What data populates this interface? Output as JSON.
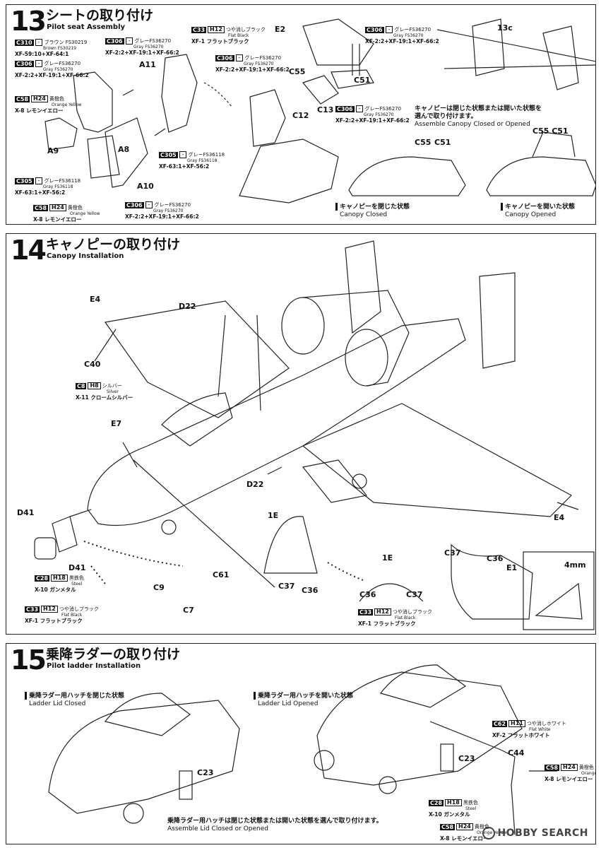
{
  "step13": {
    "num": "13",
    "title_jp": "シートの取り付け",
    "title_en": "Pilot seat Assembly",
    "parts": {
      "a9": "A9",
      "a8": "A8",
      "a10": "A10",
      "a11": "A11",
      "e2": "E2",
      "c55": "C55",
      "c51": "C51",
      "c12": "C12",
      "c13": "C13",
      "ref13c": "13c"
    },
    "callouts": {
      "c310": {
        "code": "C310",
        "color_jp": "ブラウン FS30219",
        "color_en": "Brown FS30219",
        "mix": "XF-59:10+XF-64:1"
      },
      "c306a": {
        "code": "C306",
        "color_jp": "グレーFS36270",
        "color_en": "Gray FS36270",
        "mix": "XF-2:2+XF-19:1+XF-66:2"
      },
      "c58": {
        "code": "C58",
        "code2": "H24",
        "color_jp": "黄橙色",
        "color_en": "Orange Yellow",
        "mix": "X-8 レモンイエロー"
      },
      "c305a": {
        "code": "C305",
        "color_jp": "グレーFS36118",
        "color_en": "Gray FS36118",
        "mix": "XF-63:1+XF-56:2"
      },
      "c58b": {
        "code": "C58",
        "code2": "H24",
        "color_jp": "黄橙色",
        "color_en": "Orange Yellow",
        "mix": "X-8 レモンイエロー"
      },
      "c306b": {
        "code": "C306",
        "color_jp": "グレーFS36270",
        "color_en": "Gray FS36270",
        "mix": "XF-2:2+XF-19:1+XF-66:2"
      },
      "c306c": {
        "code": "C306",
        "color_jp": "グレーFS36270",
        "color_en": "Gray FS36270",
        "mix": "XF-2:2+XF-19:1+XF-66:2"
      },
      "c33": {
        "code": "C33",
        "code2": "H12",
        "color_jp": "つや消しブラック",
        "color_en": "Flat Black",
        "mix": "XF-1 フラットブラック"
      },
      "c306d": {
        "code": "C306",
        "color_jp": "グレーFS36270",
        "color_en": "Gray FS36270",
        "mix": "XF-2:2+XF-19:1+XF-66:2"
      },
      "c305b": {
        "code": "C305",
        "color_jp": "グレーFS36118",
        "color_en": "Gray FS36118",
        "mix": "XF-63:1+XF-56:2"
      },
      "c306e": {
        "code": "C306",
        "color_jp": "グレーFS36270",
        "color_en": "Gray FS36270",
        "mix": "XF-2:2+XF-19:1+XF-66:2"
      }
    },
    "note_jp": "キャノピーは閉じた状態または開いた状態を選んで取り付けます。",
    "note_jp_1": "キャノピーは閉じた状態または開いた状態を",
    "note_jp_2": "選んで取り付けます。",
    "note_en": "Assemble Canopy Closed or Opened",
    "closed_jp": "キャノピーを閉じた状態",
    "closed_en": "Canopy Closed",
    "opened_jp": "キャノピーを開いた状態",
    "opened_en": "Canopy Opened",
    "dash": "-"
  },
  "step14": {
    "num": "14",
    "title_jp": "キャノピーの取り付け",
    "title_en": "Canopy Installation",
    "parts": {
      "e4a": "E4",
      "e4b": "E4",
      "d22a": "D22",
      "d22b": "D22",
      "c40": "C40",
      "e7": "E7",
      "d41a": "D41",
      "d41b": "D41",
      "c9": "C9",
      "c7": "C7",
      "c61": "C61",
      "ref1e_a": "1E",
      "ref1e_b": "1E",
      "c37a": "C37",
      "c36a": "C36",
      "c36b": "C36",
      "c37b": "C37",
      "c37c": "C37",
      "c36c": "C36",
      "e1": "E1",
      "dim": "4mm"
    },
    "callouts": {
      "c8": {
        "code": "C8",
        "code2": "H8",
        "color_jp": "シルバー",
        "color_en": "Silver",
        "mix": "X-11 クロームシルバー"
      },
      "c28": {
        "code": "C28",
        "code2": "H18",
        "color_jp": "黒鉄色",
        "color_en": "Steel",
        "mix": "X-10 ガンメタル"
      },
      "c33a": {
        "code": "C33",
        "code2": "H12",
        "color_jp": "つや消しブラック",
        "color_en": "Flat Black",
        "mix": "XF-1 フラットブラック"
      },
      "c33b": {
        "code": "C33",
        "code2": "H12",
        "color_jp": "つや消しブラック",
        "color_en": "Flat Black",
        "mix": "XF-1 フラットブラック"
      }
    }
  },
  "step15": {
    "num": "15",
    "title_jp": "乗降ラダーの取り付け",
    "title_en": "Pilot ladder Installation",
    "parts": {
      "c23a": "C23",
      "c23b": "C23",
      "c44": "C44"
    },
    "closed_jp": "乗降ラダー用ハッチを閉じた状態",
    "closed_en": "Ladder Lid Closed",
    "opened_jp": "乗降ラダー用ハッチを開いた状態",
    "opened_en": "Ladder Lid Opened",
    "callouts": {
      "c62": {
        "code": "C62",
        "code2": "H11",
        "color_jp": "つや消しホワイト",
        "color_en": "Flat White",
        "mix": "XF-2 フラットホワイト"
      },
      "c58": {
        "code": "C58",
        "code2": "H24",
        "color_jp": "黄橙色",
        "color_en": "Orange Yellow",
        "mix": "X-8 レモンイエロー"
      },
      "c28": {
        "code": "C28",
        "code2": "H18",
        "color_jp": "黒鉄色",
        "color_en": "Steel",
        "mix": "X-10 ガンメタル"
      },
      "c58b": {
        "code": "C58",
        "code2": "H24",
        "color_jp": "黄橙色",
        "color_en": "Orange Yellow",
        "mix": "X-8 レモンイエロー"
      }
    },
    "note_jp": "乗降ラダー用ハッチは閉じた状態または開いた状態を選んで取り付けます。",
    "note_en": "Assemble Lid Closed or Opened"
  },
  "watermark": "HOBBY SEARCH"
}
